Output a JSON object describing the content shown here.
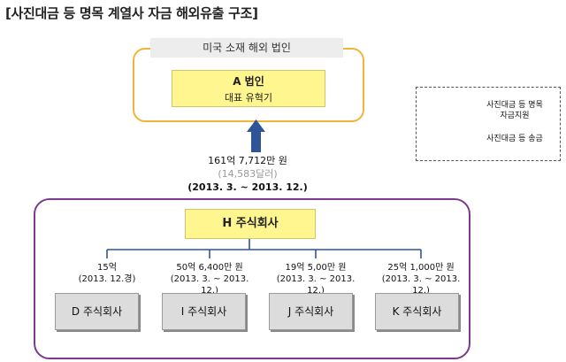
{
  "title": "[사진대금 등 명목 계열사 자금 해외유출 구조]",
  "us_entity": {
    "label": "미국 소재 해외 법인",
    "name": "A 법인",
    "subtitle": "대표 유혁기"
  },
  "transfer": {
    "amount_krw": "161억 7,712만 원",
    "amount_usd": "(14,583달러)",
    "period": "(2013. 3. ~ 2013. 12.)"
  },
  "holding": {
    "name": "H 주식회사"
  },
  "subsidiaries": [
    {
      "name": "D 주식회사",
      "amount": "15억",
      "period": "(2013. 12.경)"
    },
    {
      "name": "I 주식회사",
      "amount": "50억 6,400만 원",
      "period": "(2013. 3. ~ 2013. 12.)"
    },
    {
      "name": "J 주식회사",
      "amount": "19억 5,00만 원",
      "period": "(2013. 3. ~ 2013. 12.)"
    },
    {
      "name": "K 주식회사",
      "amount": "25억 1,000만 원",
      "period": "(2013. 3. ~ 2013. 12.)"
    }
  ],
  "legend": {
    "thin_arrow_line1": "사진대금 등 명목",
    "thin_arrow_line2": "자금지원",
    "thick_arrow": "사진대금 등 송금"
  },
  "colors": {
    "us_border": "#f2b33a",
    "group_border": "#7b3a8e",
    "highlight": "#fff68f",
    "arrow": "#2e5597"
  }
}
